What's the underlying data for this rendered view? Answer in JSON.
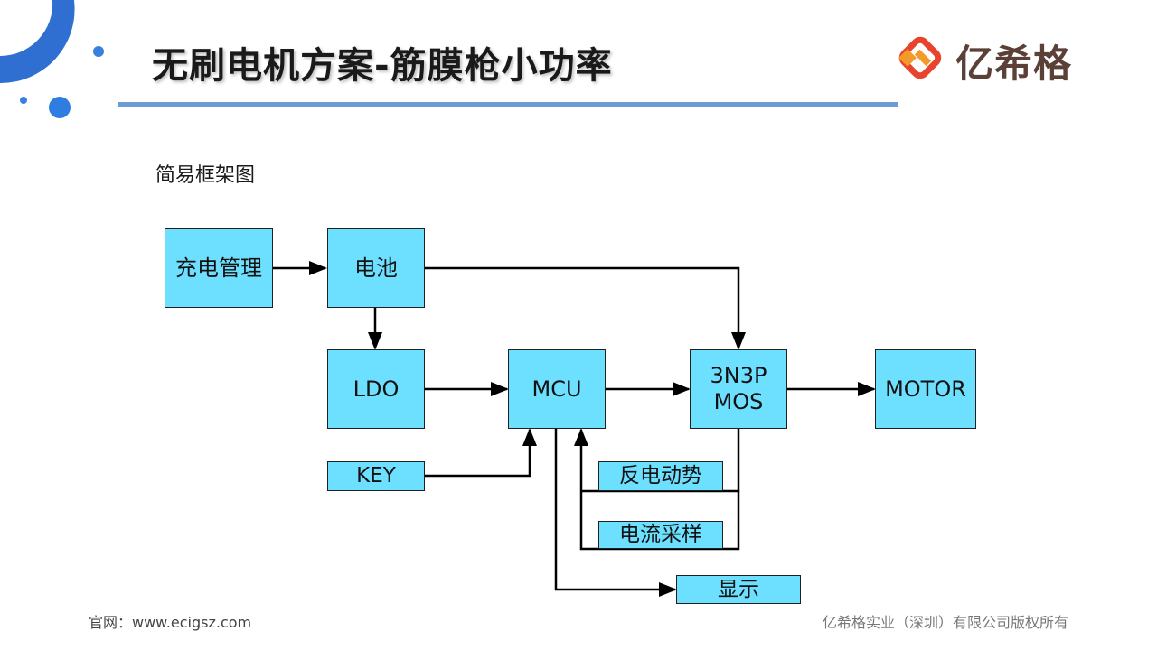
{
  "header": {
    "title": "无刷电机方案-筋膜枪小功率",
    "logo_text": "亿希格"
  },
  "colors": {
    "accent_blue": "#2f6fd1",
    "rule_blue": "#6c9cd4",
    "box_fill": "#6ee0ff",
    "logo_red": "#e8442d",
    "logo_orange": "#f39a2b"
  },
  "diagram": {
    "subtitle": "简易框架图",
    "blocks": {
      "charge": "充电管理",
      "battery": "电池",
      "ldo": "LDO",
      "mcu": "MCU",
      "mos_line1": "3N3P",
      "mos_line2": "MOS",
      "motor": "MOTOR",
      "key": "KEY",
      "bemf": "反电动势",
      "current": "电流采样",
      "display": "显示"
    }
  },
  "footer": {
    "website": "官网：www.ecigsz.com",
    "copyright": "亿希格实业（深圳）有限公司版权所有"
  }
}
